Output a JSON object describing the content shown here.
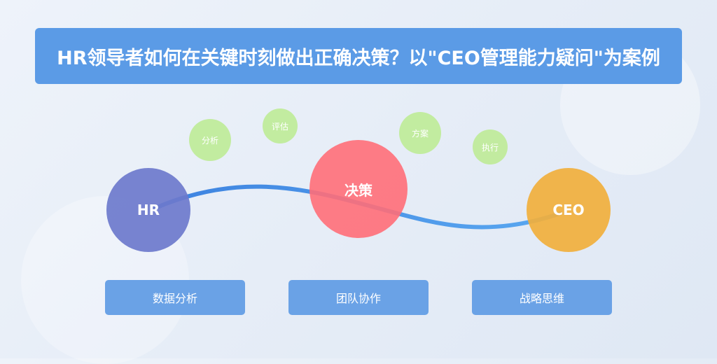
{
  "title": "HR领导者如何在关键时刻做出正确决策？以\"CEO管理能力疑问\"为案例",
  "nodes": {
    "hr": "HR",
    "decision": "决策",
    "ceo": "CEO"
  },
  "bubbles": [
    "分析",
    "评估",
    "方案",
    "执行"
  ],
  "skills": [
    "数据分析",
    "团队协作",
    "战略思维"
  ],
  "colors": {
    "title_bg": "#5b9be6",
    "hr": "#6c7acc",
    "decision": "#ff6e78",
    "ceo": "#f1af3c",
    "bubble": "#beeb96",
    "skill_bg": "#6aa2e6",
    "flow_line": "#4a90e8"
  }
}
